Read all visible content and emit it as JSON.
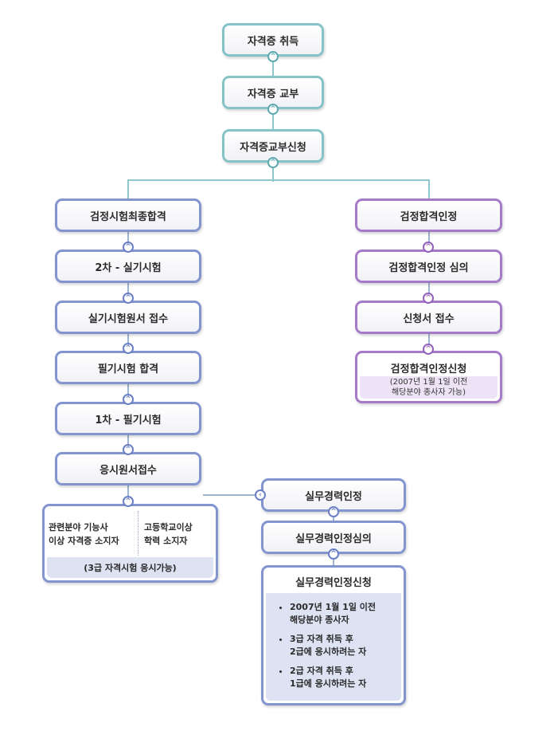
{
  "top": [
    "자격증 취득",
    "자격증 교부",
    "자격증교부신청"
  ],
  "left": [
    "검정시험최종합격",
    "2차 - 실기시험",
    "실기시험원서 접수",
    "필기시험 합격",
    "1차 - 필기시험",
    "응시원서접수"
  ],
  "left_box": {
    "col1": [
      "관련분야 기능사",
      "이상 자격증 소지자"
    ],
    "col2": [
      "고등학교이상",
      "학력 소지자"
    ],
    "footer": "(3급 자격시험 응시가능)"
  },
  "right": {
    "items": [
      "검정합격인정",
      "검정합격인정 심의",
      "신청서 접수"
    ],
    "final_title": "검정합격인정신청",
    "final_note": [
      "(2007년 1월 1일 이전",
      "해당분야 종사자 가능)"
    ]
  },
  "experience": {
    "items": [
      "실무경력인정",
      "실무경력인정심의"
    ],
    "final_title": "실무경력인정신청",
    "bullets": [
      [
        "2007년 1월 1일 이전",
        "해당분야 종사자"
      ],
      [
        "3급 자격 취득 후",
        "2급에 응시하려는 자"
      ],
      [
        "2급 자격 취득 후",
        "1급에 응시하려는 자"
      ]
    ]
  },
  "colors": {
    "teal": "#86c3c9",
    "blue": "#8295cf",
    "purple": "#a57bc9",
    "panel": "#dde3f2",
    "panel_purple": "#ede3f6"
  },
  "icons": {
    "up": "chevron-up-icon",
    "left": "chevron-left-icon"
  }
}
